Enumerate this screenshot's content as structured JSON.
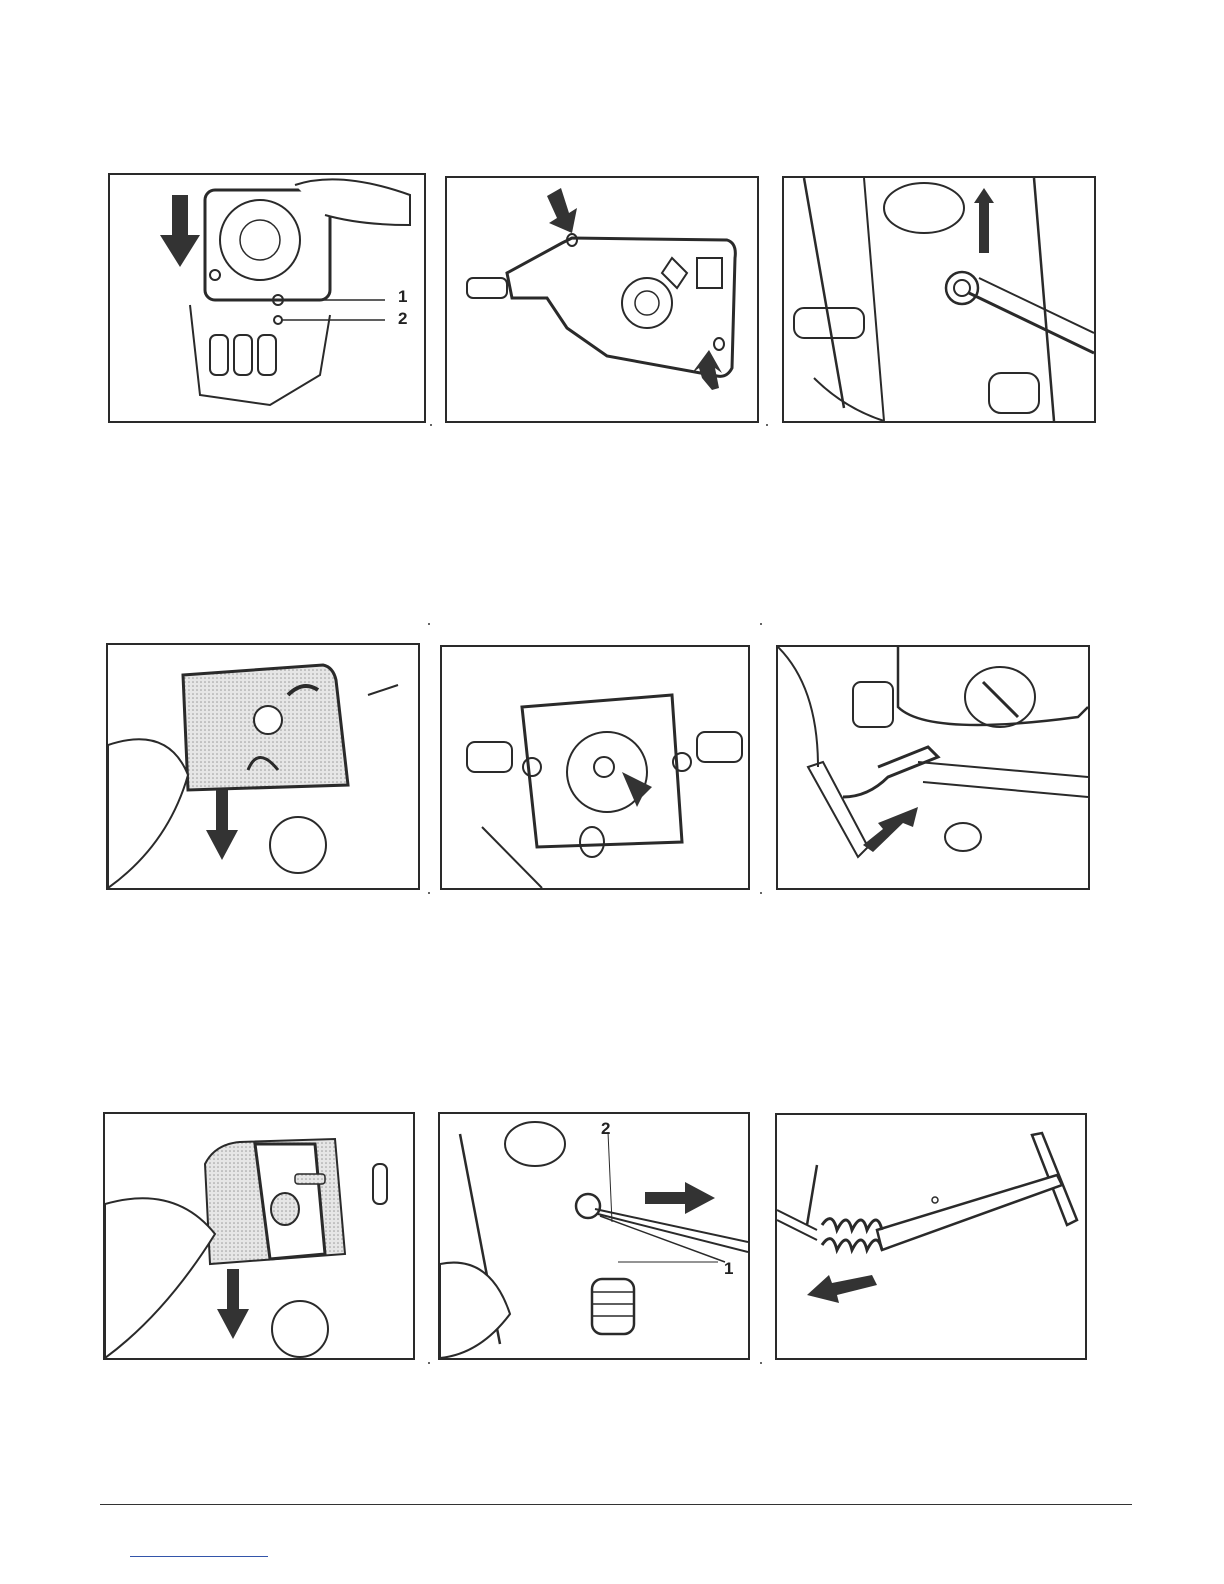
{
  "figures": [
    {
      "id": "fig-1",
      "callouts": [
        "1",
        "2"
      ]
    },
    {
      "id": "fig-2",
      "callouts": []
    },
    {
      "id": "fig-3",
      "callouts": []
    },
    {
      "id": "fig-4",
      "callouts": []
    },
    {
      "id": "fig-5",
      "callouts": []
    },
    {
      "id": "fig-6",
      "callouts": []
    },
    {
      "id": "fig-7",
      "callouts": []
    },
    {
      "id": "fig-8",
      "callouts": [
        "2",
        "1"
      ]
    },
    {
      "id": "fig-9",
      "callouts": []
    }
  ],
  "colors": {
    "line": "#2a2a2a",
    "arrow": "#333333",
    "stipple": "#cfcfcf"
  }
}
